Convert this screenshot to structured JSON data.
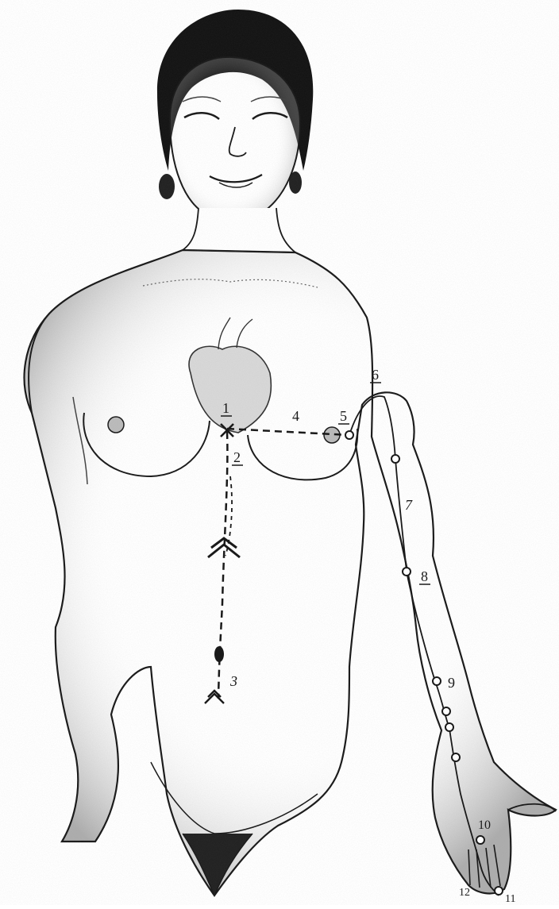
{
  "figure": {
    "point_labels": [
      "1",
      "2",
      "3",
      "4",
      "5",
      "6",
      "7",
      "8",
      "9",
      "10",
      "11",
      "12"
    ]
  },
  "colors": {
    "ink": "#1a1a1a",
    "skin_shade": "#8a8a8a",
    "hair": "#141414",
    "background": "#ffffff"
  }
}
